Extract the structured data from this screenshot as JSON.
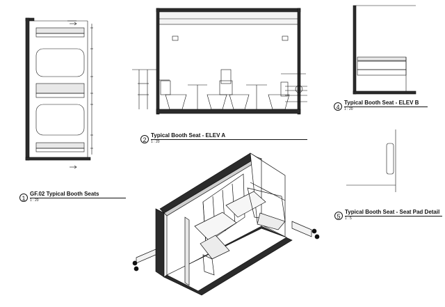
{
  "drawings": [
    {
      "number": "1",
      "title": "GF.02 Typical Booth Seats",
      "scale": "1 : 20"
    },
    {
      "number": "2",
      "title": "Typical Booth Seat - ELEV A",
      "scale": "1 : 20"
    },
    {
      "number": "4",
      "title": "Typical Booth Seat - ELEV B",
      "scale": "1 : 20"
    },
    {
      "number": "5",
      "title": "Typical Booth Seat - Seat Pad Detail",
      "scale": "1 : 5"
    }
  ],
  "colors": {
    "line": "#111111",
    "wall": "#2b2b2b",
    "fill": "#e8e8e8"
  }
}
